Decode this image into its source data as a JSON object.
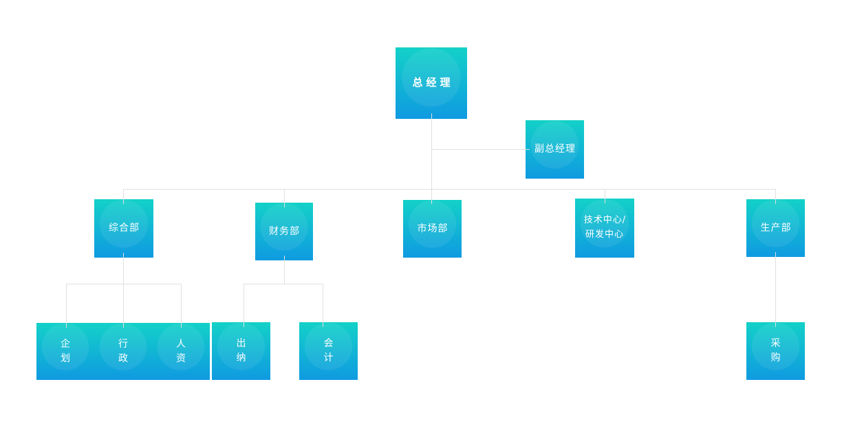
{
  "diagram": {
    "type": "org-chart",
    "nodes": {
      "gm": {
        "label": "总经理"
      },
      "dgm": {
        "label": "副总经理"
      },
      "zhb": {
        "label": "综合部"
      },
      "cwb": {
        "label": "财务部"
      },
      "scb": {
        "label": "市场部"
      },
      "jszx": {
        "label": "技术中心/\n研发中心"
      },
      "scc": {
        "label": "生产部"
      },
      "qh": {
        "label": "企\n划"
      },
      "xz": {
        "label": "行\n政"
      },
      "rz": {
        "label": "人\n资"
      },
      "cn": {
        "label": "出\n纳"
      },
      "kj": {
        "label": "会\n计"
      },
      "cg": {
        "label": "采\n购"
      }
    },
    "edges": [
      [
        "gm",
        "dgm"
      ],
      [
        "gm",
        "zhb"
      ],
      [
        "gm",
        "cwb"
      ],
      [
        "gm",
        "scb"
      ],
      [
        "gm",
        "jszx"
      ],
      [
        "gm",
        "scc"
      ],
      [
        "zhb",
        "qh"
      ],
      [
        "zhb",
        "xz"
      ],
      [
        "zhb",
        "rz"
      ],
      [
        "cwb",
        "cn"
      ],
      [
        "cwb",
        "kj"
      ],
      [
        "scc",
        "cg"
      ]
    ]
  },
  "colors": {
    "box_gradient_top": "#13d1c8",
    "box_gradient_bottom": "#0f9ae1",
    "connector_line": "#e0e0e0",
    "node_text": "#ffffff",
    "page_background": "#ffffff"
  }
}
